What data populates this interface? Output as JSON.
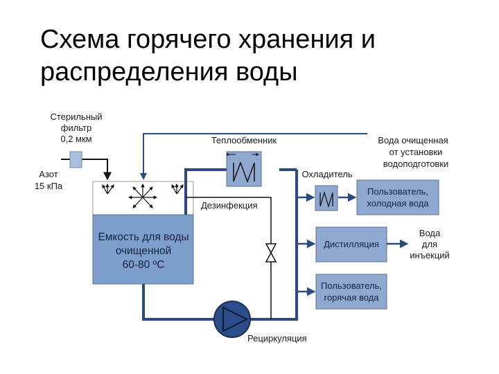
{
  "slide": {
    "title_line1": "Схема горячего хранения и",
    "title_line2": "распределения воды"
  },
  "filter": {
    "line1": "Стерильный",
    "line2": "фильтр",
    "line3": "0,2 мкм"
  },
  "nitrogen": {
    "line1": "Азот",
    "line2": "15 кПа"
  },
  "heat_exchanger": {
    "label": "Теплообменник"
  },
  "inflow": {
    "line1": "Вода очищенная",
    "line2": "от установки",
    "line3": "водоподготовки"
  },
  "cooler": {
    "label": "Охладитель"
  },
  "disinfection": {
    "label": "Дезинфекция"
  },
  "tank": {
    "line1": "Емкость для воды",
    "line2": "очищенной",
    "line3": "60-80 ºC"
  },
  "user_cold": {
    "line1": "Пользователь,",
    "line2": "холодная вода"
  },
  "distillation": {
    "label": "Дистилляция"
  },
  "injection": {
    "line1": "Вода",
    "line2": "для",
    "line3": "инъекций"
  },
  "user_hot": {
    "line1": "Пользователь,",
    "line2": "горячая вода"
  },
  "pump": {
    "label": "Рециркуляция"
  },
  "colors": {
    "pipe": "#2b4a80",
    "box_fill": "#8fa8cf",
    "box_stroke": "#5d6f8c",
    "tank_water": "#7e9ecb",
    "pump_fill": "#2c4d8a"
  }
}
